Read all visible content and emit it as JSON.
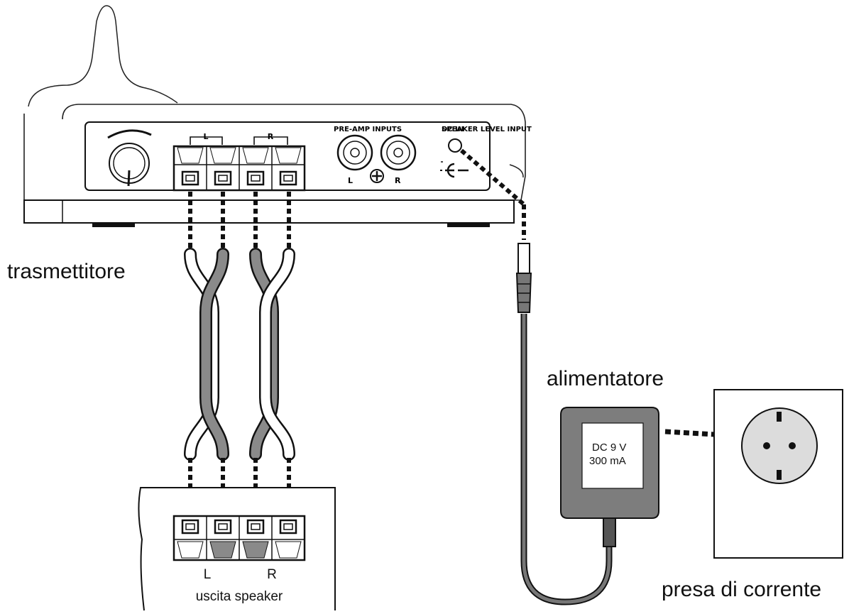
{
  "labels": {
    "transmitter": "trasmettitore",
    "power_supply": "alimentatore",
    "outlet": "presa di corrente",
    "speaker_output": "uscita speaker",
    "speaker_left": "L",
    "speaker_right": "R"
  },
  "transmitter_panel": {
    "terminal_left": "L",
    "terminal_right": "R",
    "preamp_inputs": "PRE-AMP INPUTS",
    "speaker_level_input": "SPEAKER LEVEL INPUT",
    "dc_in": "DC IN",
    "rca_left": "L",
    "rca_right": "R"
  },
  "adapter": {
    "line1": "DC 9 V",
    "line2": "300 mA"
  }
}
